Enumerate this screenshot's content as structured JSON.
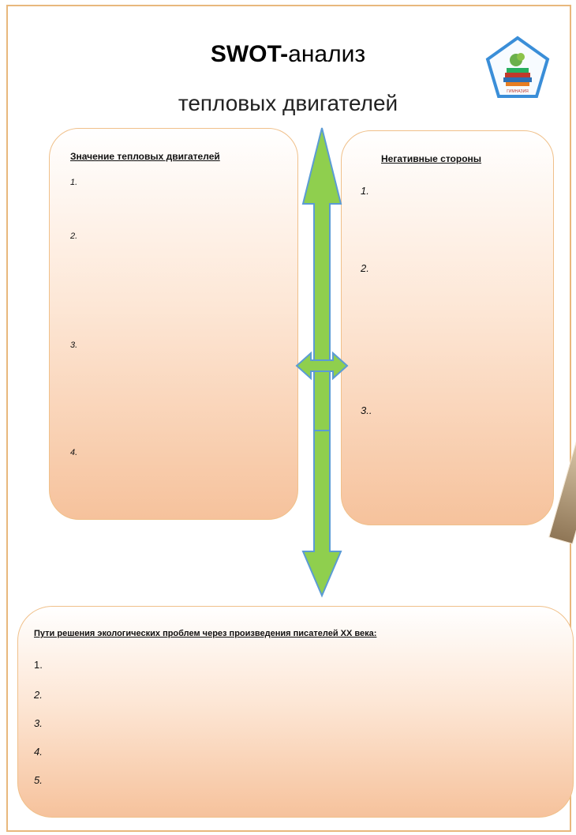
{
  "title": {
    "swot": "SWOT-",
    "analysis": "анализ",
    "subtitle": "тепловых двигателей"
  },
  "left_box": {
    "heading": "Значение тепловых двигателей",
    "items": [
      "1.",
      "2.",
      "3.",
      "4."
    ]
  },
  "right_box": {
    "heading": "Негативные стороны",
    "items": [
      "1.",
      "2.",
      "3.."
    ]
  },
  "bottom_box": {
    "heading": "Пути решения  экологических проблем через произведения писателей XX века:",
    "items": [
      "1.",
      "2.",
      "3.",
      "4.",
      "5."
    ]
  },
  "logo": {
    "icon": "school-logo-icon",
    "caption": "ГИМНАЗИЯ"
  },
  "colors": {
    "border": "#e8b87d",
    "box_gradient_top": "#ffffff",
    "box_gradient_bottom": "#f6c29c",
    "arrow_fill": "#8fcf4e",
    "arrow_stroke": "#5b9bd5"
  }
}
